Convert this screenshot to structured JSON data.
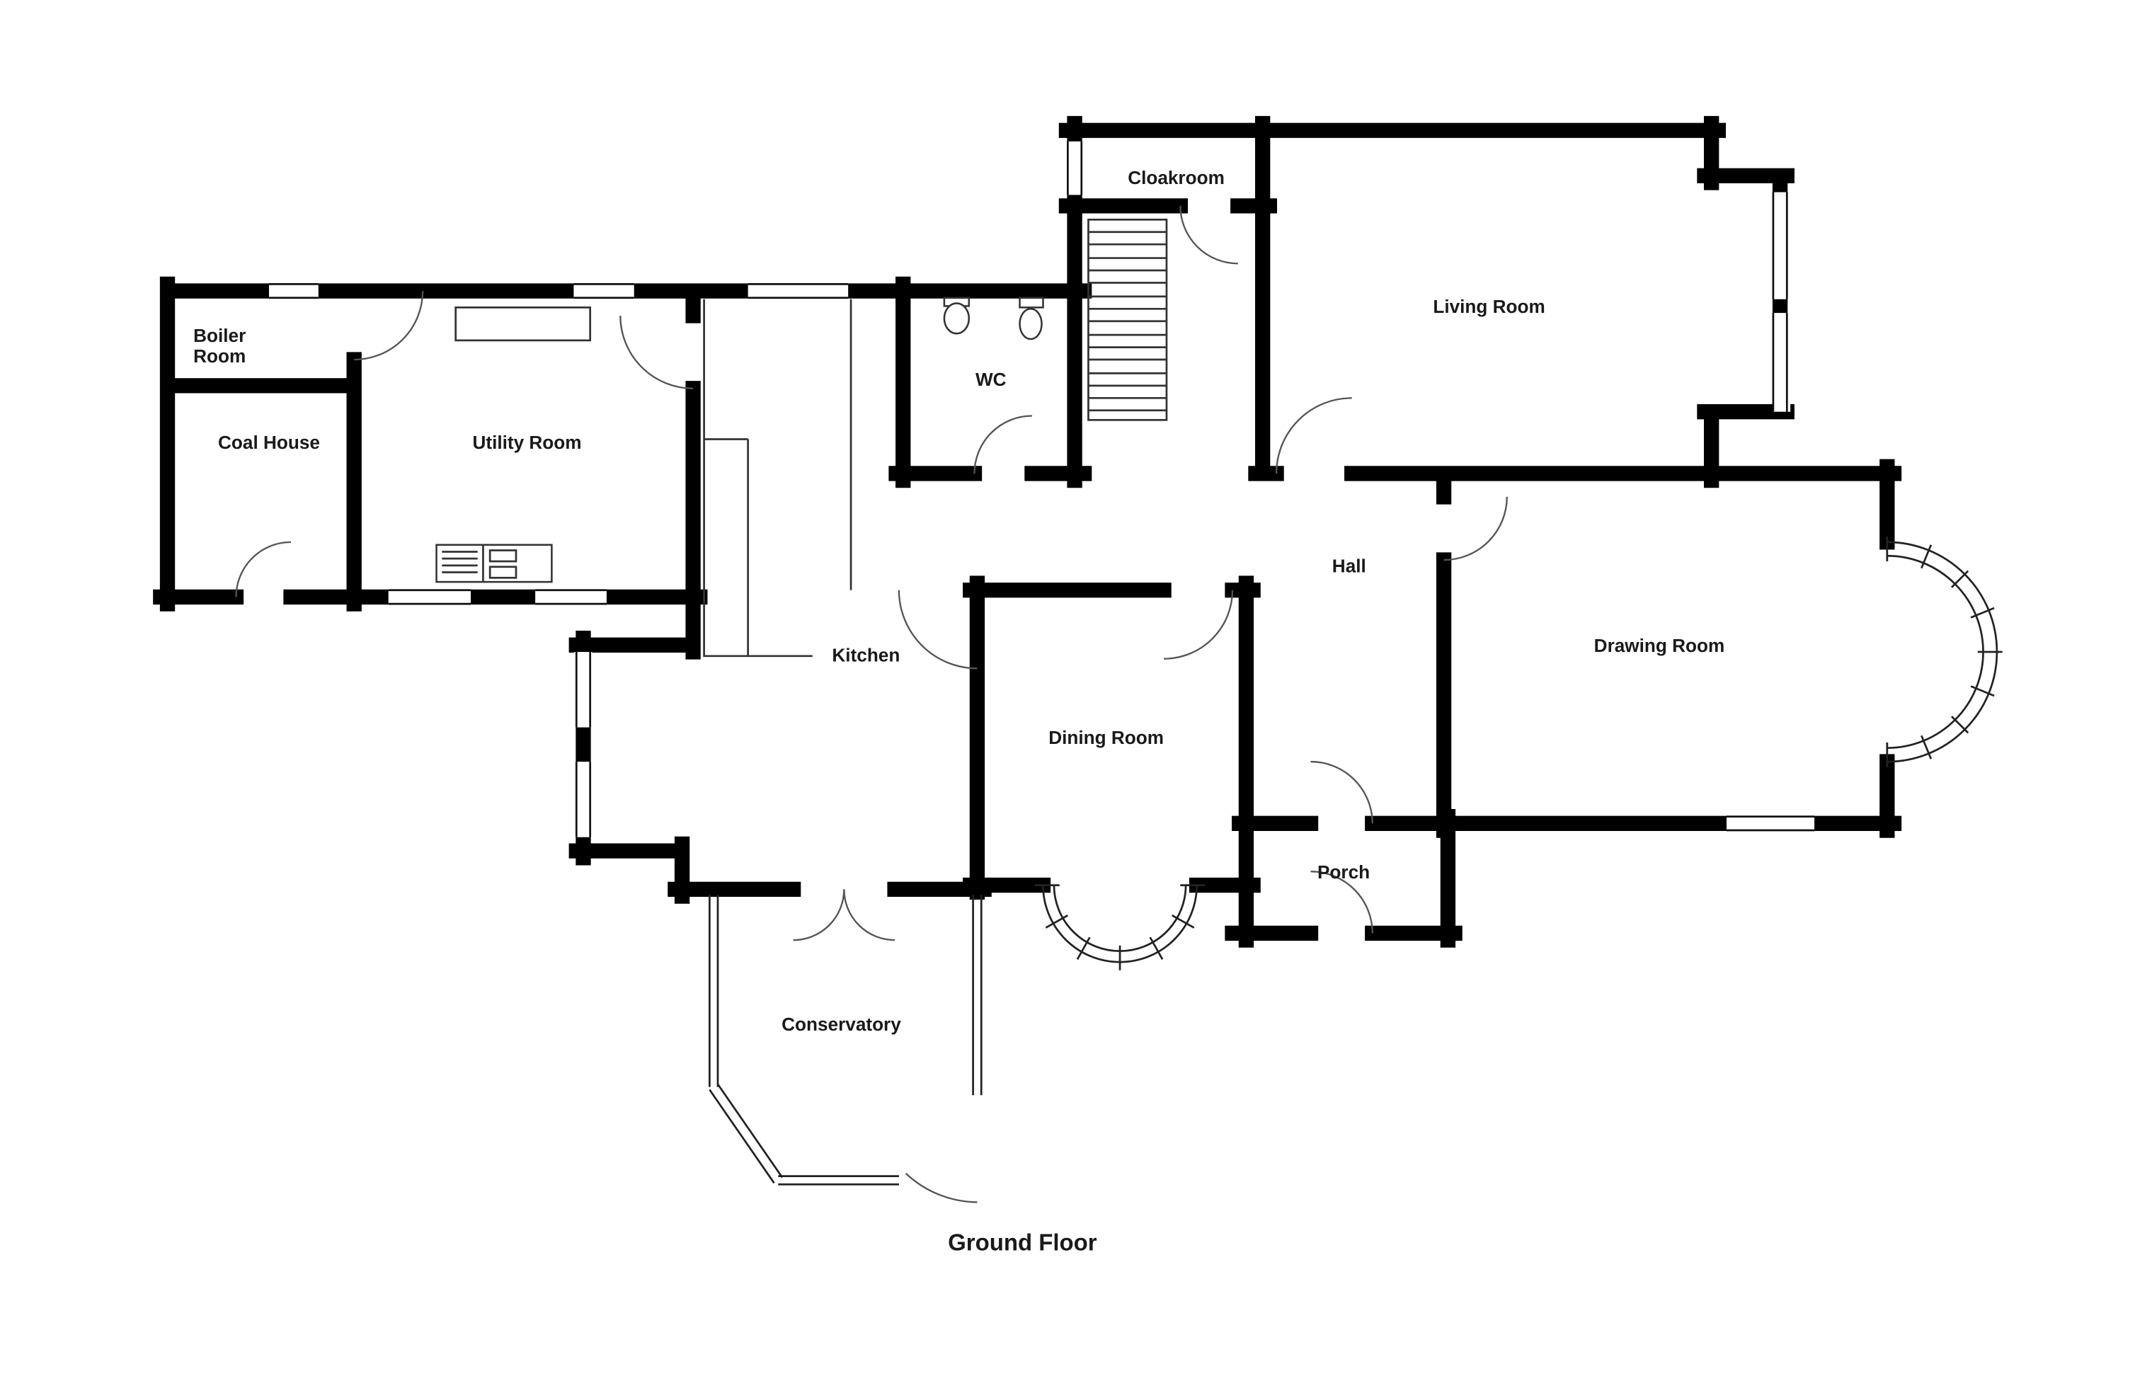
{
  "title": "Ground Floor",
  "rooms": {
    "boiler_line1": "Boiler",
    "boiler_line2": "Room",
    "coal_house": "Coal House",
    "utility_room": "Utility Room",
    "kitchen": "Kitchen",
    "wc": "WC",
    "cloakroom": "Cloakroom",
    "living_room": "Living Room",
    "hall": "Hall",
    "drawing_room": "Drawing Room",
    "dining_room": "Dining Room",
    "porch": "Porch",
    "conservatory": "Conservatory"
  },
  "colors": {
    "wall": "#000000",
    "background": "#ffffff"
  }
}
